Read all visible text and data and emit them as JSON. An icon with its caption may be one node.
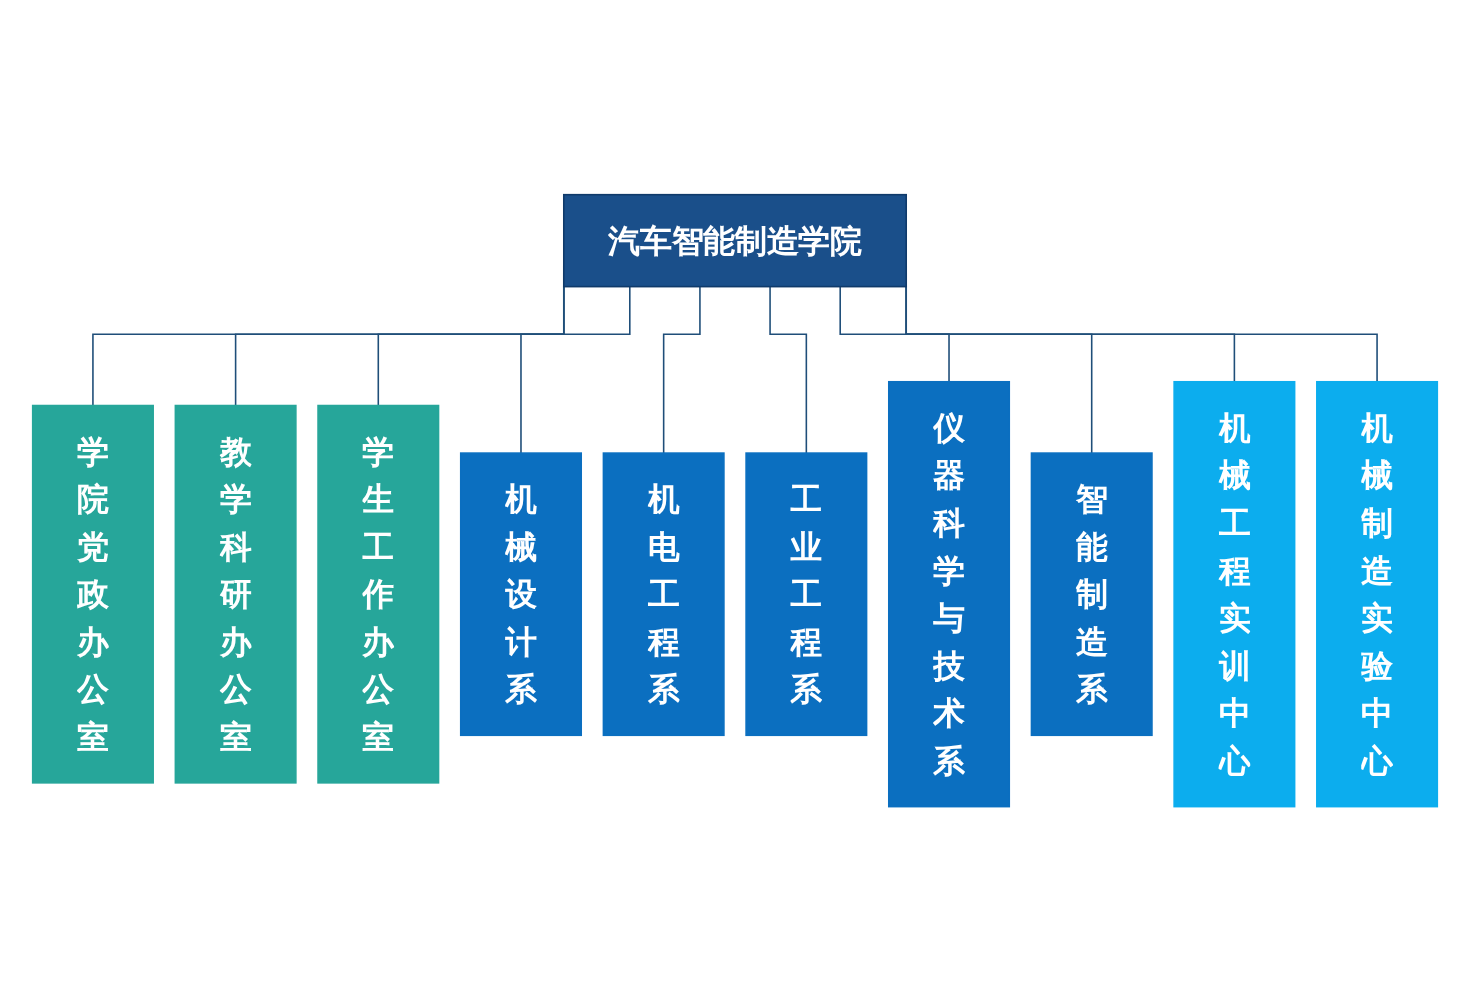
{
  "diagram": {
    "nodes": [
      {
        "text": [
          "汽车智能制造学院"
        ]
      },
      {
        "text": [
          "学院党政办公室"
        ]
      },
      {
        "text": [
          "教学科研办公室"
        ]
      },
      {
        "text": [
          "学生工作办公室"
        ]
      },
      {
        "text": [
          "机械设计系"
        ]
      },
      {
        "text": [
          "机电工程系"
        ]
      },
      {
        "text": [
          "工业工程系"
        ]
      },
      {
        "text": [
          "仪器科学与技术系"
        ]
      },
      {
        "text": [
          "智能制造系"
        ]
      },
      {
        "text": [
          "机械工程实训中心"
        ]
      },
      {
        "text": [
          "机械制造实验中心"
        ]
      }
    ],
    "edges": [
      {
        "from": 0,
        "to": 1,
        "arrow": "none"
      },
      {
        "from": 0,
        "to": 2,
        "arrow": "none"
      },
      {
        "from": 0,
        "to": 3,
        "arrow": "none"
      },
      {
        "from": 0,
        "to": 4,
        "arrow": "none"
      },
      {
        "from": 0,
        "to": 5,
        "arrow": "none"
      },
      {
        "from": 0,
        "to": 6,
        "arrow": "none"
      },
      {
        "from": 0,
        "to": 7,
        "arrow": "none"
      },
      {
        "from": 0,
        "to": 8,
        "arrow": "none"
      },
      {
        "from": 0,
        "to": 9,
        "arrow": "none"
      },
      {
        "from": 0,
        "to": 10,
        "arrow": "none"
      }
    ]
  }
}
